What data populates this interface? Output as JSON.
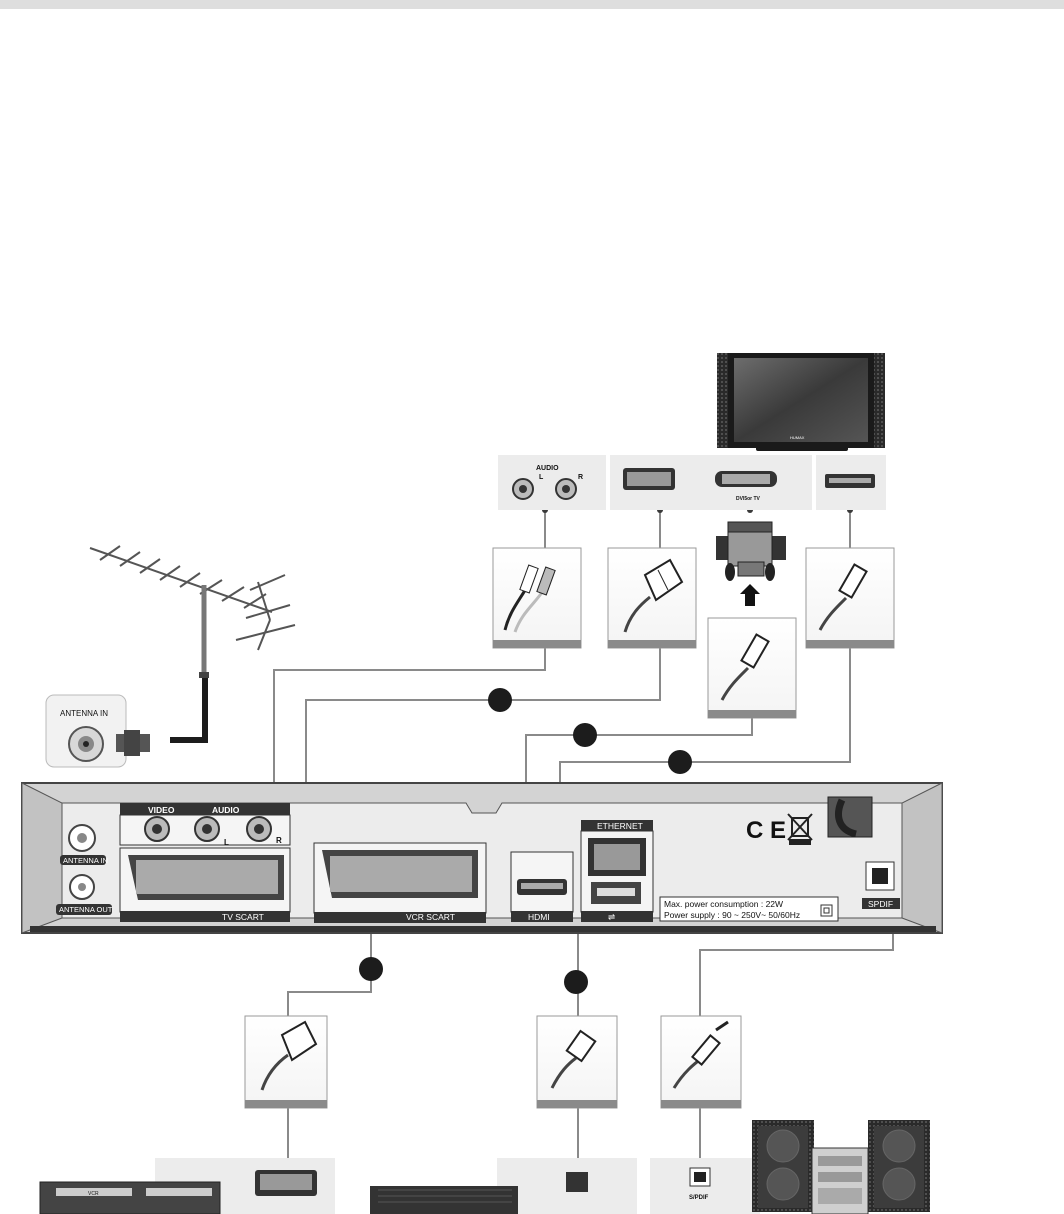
{
  "device": {
    "antenna_in": "ANTENNA IN",
    "antenna_out": "ANTENNA OUT",
    "video": "VIDEO",
    "audio": "AUDIO",
    "audio_l": "L",
    "audio_r": "R",
    "tv_scart": "TV SCART",
    "vcr_scart": "VCR SCART",
    "hdmi": "HDMI",
    "ethernet": "ETHERNET",
    "spdif": "SPDIF",
    "power_consumption": "Max. power consumption : 22W",
    "power_supply": "Power supply : 90 ~ 250V~ 50/60Hz",
    "ce_mark": "C E"
  },
  "antenna": {
    "antenna_in": "ANTENNA IN"
  },
  "tv": {
    "audio": "AUDIO",
    "audio_l": "L",
    "audio_r": "R",
    "dvi_label": "DVI5or TV",
    "brand": "HUMAX"
  },
  "peripherals": {
    "vcr_label": "VCR",
    "spdif_label": "S/PDIF"
  },
  "icons": [
    "antenna-icon",
    "tv-icon",
    "rca-plug-icon",
    "scart-plug-icon",
    "hdmi-plug-icon",
    "dvi-adapter-icon",
    "ethernet-plug-icon",
    "optical-plug-icon",
    "vcr-icon",
    "modem-icon",
    "audio-system-icon"
  ]
}
